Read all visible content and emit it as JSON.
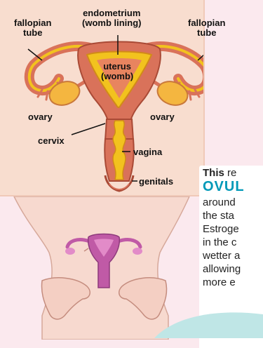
{
  "colors": {
    "panel_bg": "#f8ddcf",
    "uterus_body": "#d9725a",
    "uterus_lining": "#f2c21e",
    "tube": "#d9725a",
    "ovary": "#f4b640",
    "accent_teal": "#0099b8",
    "skin": "#f7d9cf",
    "small_uterus": "#c05aa6"
  },
  "labels": {
    "endometrium": "endometrium",
    "womb_lining": "(womb lining)",
    "fallopian_left_1": "fallopian",
    "fallopian_left_2": "tube",
    "fallopian_right_1": "fallopian",
    "fallopian_right_2": "tube",
    "uterus": "uterus",
    "womb": "(womb)",
    "ovary_left": "ovary",
    "ovary_right": "ovary",
    "cervix": "cervix",
    "vagina": "vagina",
    "genitals": "genitals"
  },
  "info": {
    "this": "This",
    "re": " re",
    "ovul": "OVUL",
    "lines": [
      "around",
      "the sta",
      "Estroge",
      "in the c",
      "wetter a",
      "allowing",
      "more e"
    ]
  }
}
